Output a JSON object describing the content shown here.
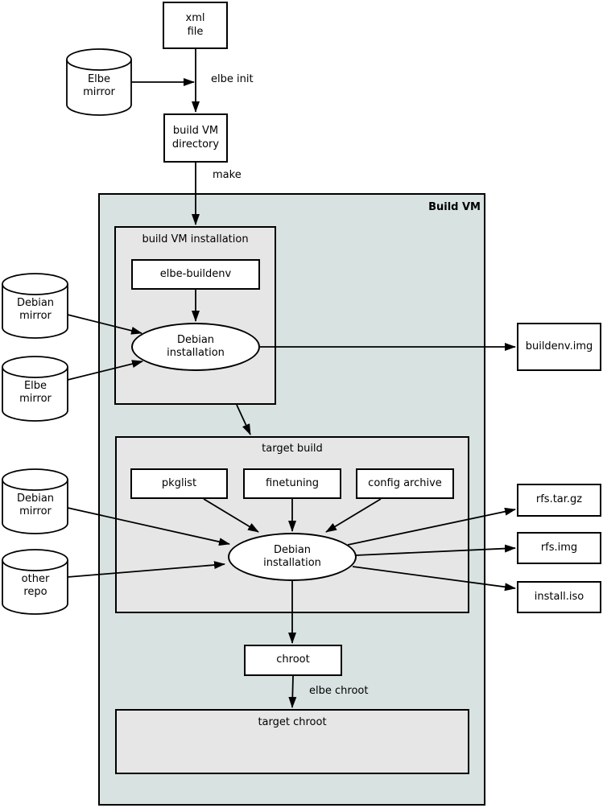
{
  "diagram": {
    "region_label": "Build VM",
    "clusters": {
      "build_vm_installation": "build VM installation",
      "target_build": "target build",
      "target_chroot": "target chroot"
    },
    "nodes": {
      "xml_file": "xml\nfile",
      "elbe_mirror_top": "Elbe\nmirror",
      "build_vm_directory": "build VM\ndirectory",
      "elbe_buildenv": "elbe-buildenv",
      "debian_installation_buildenv": "Debian\ninstallation",
      "debian_mirror_buildenv": "Debian\nmirror",
      "elbe_mirror_buildenv": "Elbe\nmirror",
      "buildenv_img": "buildenv.img",
      "pkglist": "pkglist",
      "finetuning": "finetuning",
      "config_archive": "config archive",
      "debian_installation_target": "Debian\ninstallation",
      "debian_mirror_target": "Debian\nmirror",
      "other_repo": "other\nrepo",
      "rfs_tar_gz": "rfs.tar.gz",
      "rfs_img": "rfs.img",
      "install_iso": "install.iso",
      "chroot": "chroot"
    },
    "edge_labels": {
      "elbe_init": "elbe init",
      "make": "make",
      "elbe_chroot": "elbe chroot"
    },
    "colors": {
      "region_bg": "#d8e2e1",
      "cluster_bg": "#e6e6e6",
      "node_bg": "#ffffff",
      "line": "#000000"
    }
  }
}
